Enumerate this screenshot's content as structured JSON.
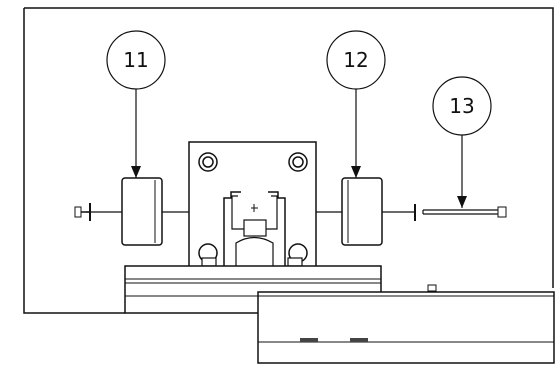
{
  "callouts": [
    {
      "label": "11"
    },
    {
      "label": "12"
    },
    {
      "label": "13"
    }
  ],
  "colors": {
    "line": "#111111",
    "background": "#ffffff"
  }
}
